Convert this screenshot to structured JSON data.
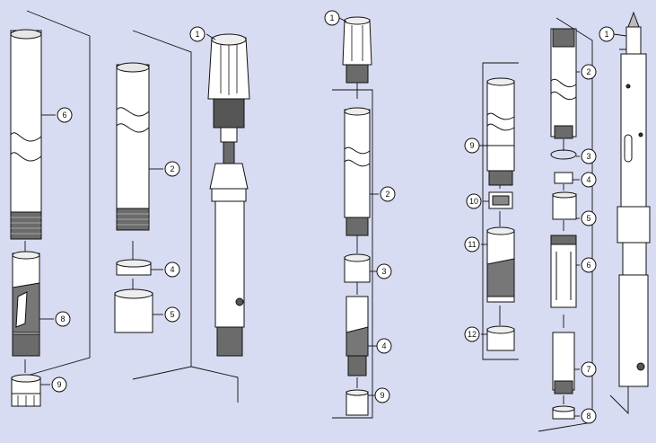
{
  "background_color": "#d8dcf2",
  "line_color": "#111111",
  "part_fill": "#ffffff",
  "thread_fill": "#6b6b6b",
  "assemblies": [
    {
      "name": "assembly-left",
      "callouts": [
        "1",
        "6",
        "2",
        "4",
        "5",
        "8",
        "9"
      ]
    },
    {
      "name": "assembly-middle",
      "callouts": [
        "1",
        "2",
        "3",
        "4",
        "9"
      ]
    },
    {
      "name": "assembly-right",
      "callouts": [
        "1",
        "2",
        "3",
        "4",
        "5",
        "6",
        "7",
        "8",
        "9",
        "10",
        "11",
        "12"
      ]
    }
  ]
}
